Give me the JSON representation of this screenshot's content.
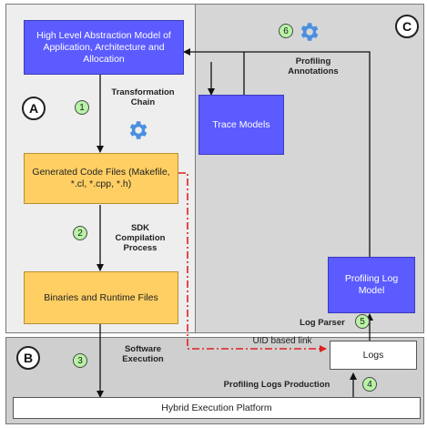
{
  "regions": {
    "a": "A",
    "b": "B",
    "c": "C"
  },
  "boxes": {
    "abstraction_model": "High Level Abstraction Model of Application, Architecture and Allocation",
    "trace_models": "Trace Models",
    "generated_code": "Generated Code Files (Makefile, *.cl, *.cpp, *.h)",
    "binaries": "Binaries and Runtime Files",
    "profiling_log_model": "Profiling Log Model",
    "logs": "Logs",
    "platform": "Hybrid Execution Platform"
  },
  "labels": {
    "transformation_chain": "Transformation Chain",
    "profiling_annotations": "Profiling Annotations",
    "sdk_compilation": "SDK Compilation Process",
    "software_execution": "Software Execution",
    "uid_link": "UID based link",
    "log_parser": "Log Parser",
    "profiling_logs_production": "Profiling Logs Production"
  },
  "steps": [
    "1",
    "2",
    "3",
    "4",
    "5",
    "6"
  ],
  "colors": {
    "model_box": "#5b5bff",
    "code_box": "#ffcf63",
    "step_badge": "#b9f3a6",
    "gear": "#4a8fe0",
    "uid_link": "#e02020"
  },
  "icons": [
    "gear-icon"
  ]
}
